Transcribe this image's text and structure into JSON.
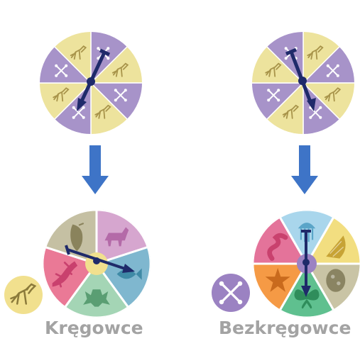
{
  "labels": {
    "vertebrates": "Kręgowce",
    "invertebrates": "Bezkręgowce"
  },
  "colors": {
    "purple_sector": "#a793c9",
    "yellow_sector": "#ede39d",
    "arrow_down": "#3e74c7",
    "needle": "#1f2a6a",
    "caption": "#a3a3a3"
  },
  "top_spinners": [
    {
      "sectors": [
        "purple",
        "yellow",
        "purple",
        "yellow",
        "purple",
        "yellow",
        "purple",
        "yellow"
      ],
      "icons": [
        "bone-icon",
        "fossil-dino-icon",
        "bone-icon",
        "fossil-dino-icon",
        "bone-icon",
        "fossil-dino-icon",
        "bone-icon",
        "fossil-dino-icon"
      ]
    },
    {
      "sectors": [
        "yellow",
        "purple",
        "yellow",
        "purple",
        "yellow",
        "purple",
        "yellow",
        "purple"
      ],
      "icons": [
        "fossil-dino-icon",
        "bone-icon",
        "fossil-dino-icon",
        "bone-icon",
        "fossil-dino-icon",
        "bone-icon",
        "fossil-dino-icon",
        "bone-icon"
      ]
    }
  ],
  "vertebrate_wheel": {
    "sectors": [
      {
        "color": "#d6a6cf",
        "icon": "mammal-icon"
      },
      {
        "color": "#7fb7cf",
        "icon": "fish-icon"
      },
      {
        "color": "#a4d5b5",
        "icon": "frog-icon"
      },
      {
        "color": "#ea7996",
        "icon": "lizard-icon"
      },
      {
        "color": "#c5c0a3",
        "icon": "bird-icon"
      }
    ],
    "badge_icon": "fossil-dino-icon"
  },
  "invertebrate_wheel": {
    "sectors": [
      {
        "color": "#a9d6ec",
        "icon": "jellyfish-icon"
      },
      {
        "color": "#f2de80",
        "icon": "shell-icon"
      },
      {
        "color": "#c9c4a5",
        "icon": "sponge-icon"
      },
      {
        "color": "#5fc08f",
        "icon": "butterfly-icon"
      },
      {
        "color": "#f59a45",
        "icon": "starfish-icon"
      },
      {
        "color": "#e4739a",
        "icon": "worm-icon"
      }
    ],
    "badge_icon": "bone-icon"
  }
}
